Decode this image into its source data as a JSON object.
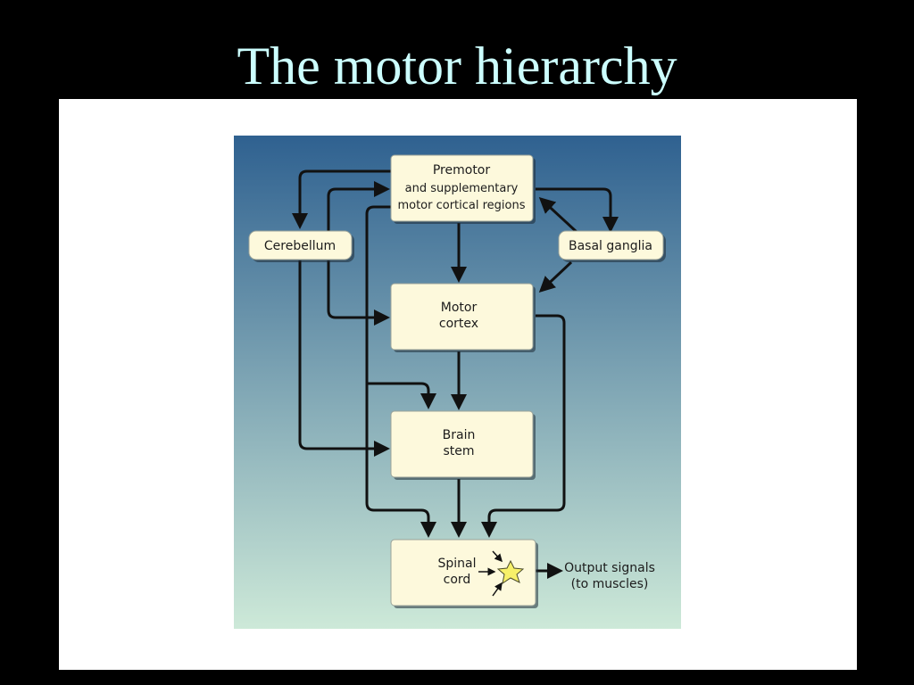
{
  "slide": {
    "title": "The motor hierarchy"
  },
  "diagram": {
    "background_gradient": [
      "#2f6190",
      "#cde9d8"
    ],
    "box_fill": "#fdf9dc",
    "boxes": {
      "premotor": [
        "Premotor",
        "and supplementary",
        "motor cortical regions"
      ],
      "cerebellum": [
        "Cerebellum"
      ],
      "basal_ganglia": [
        "Basal ganglia"
      ],
      "motor_cortex": [
        "Motor",
        "cortex"
      ],
      "brain_stem": [
        "Brain",
        "stem"
      ],
      "spinal_cord": [
        "Spinal",
        "cord"
      ]
    },
    "output": [
      "Output signals",
      "(to muscles)"
    ],
    "neuron_color": "#f7f069"
  }
}
